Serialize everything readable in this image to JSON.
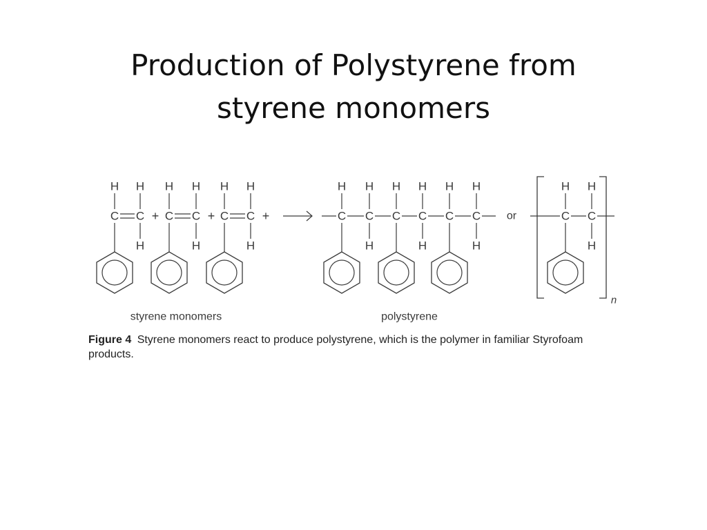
{
  "slide": {
    "title_line1": "Production of Polystyrene from",
    "title_line2": "styrene monomers"
  },
  "figure": {
    "atom_h": "H",
    "atom_c": "C",
    "plus_sign": "+",
    "or_label": "or",
    "repeat_n": "n",
    "label_monomers": "styrene monomers",
    "label_polymer": "polystyrene",
    "caption_label": "Figure 4",
    "caption_text": "Styrene monomers react to produce polystyrene, which is the polymer in familiar Styrofoam products."
  },
  "colors": {
    "ink": "#3a3a3a",
    "title": "#111111"
  }
}
